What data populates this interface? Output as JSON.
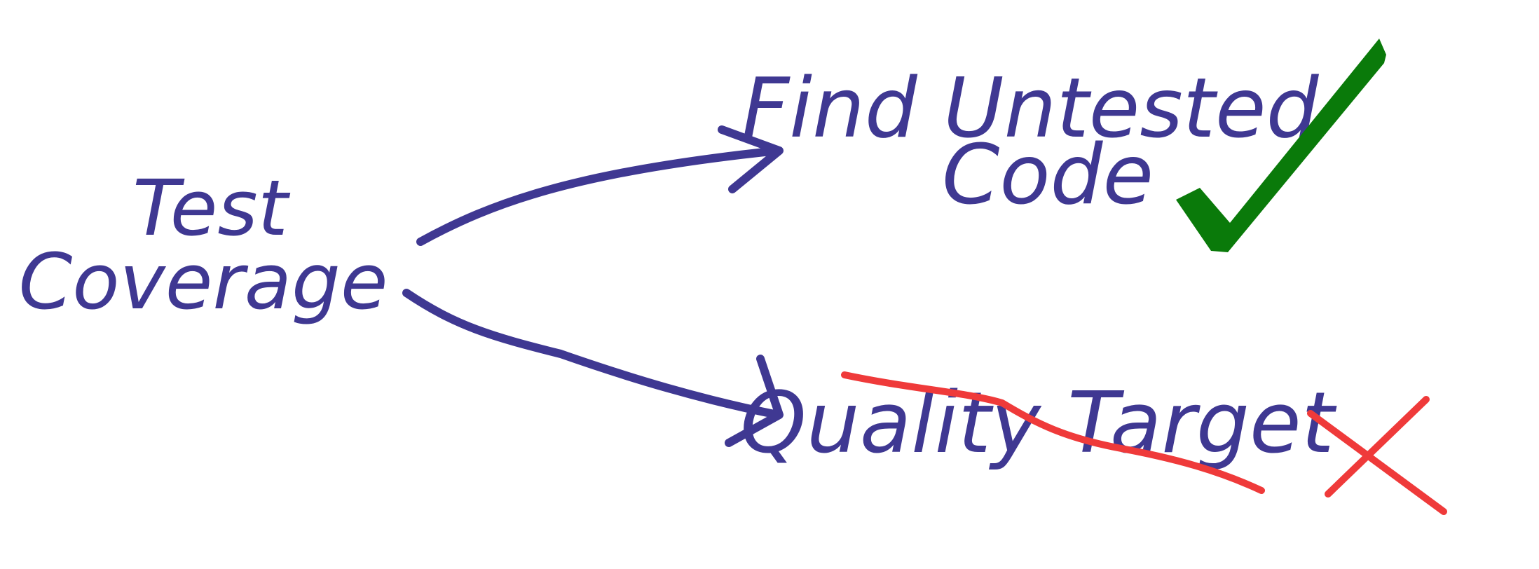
{
  "nodes": {
    "source": {
      "line1": "Test",
      "line2": "Coverage"
    },
    "good": {
      "line1": "Find Untested",
      "line2": "Code"
    },
    "bad": {
      "line1": "Quality Target"
    }
  },
  "marks": {
    "good_mark_icon": "checkmark-icon",
    "bad_mark_icon": "cross-icon"
  },
  "colors": {
    "ink": "#3f3892",
    "check": "#0a7a0a",
    "cross": "#ef3a3a"
  }
}
